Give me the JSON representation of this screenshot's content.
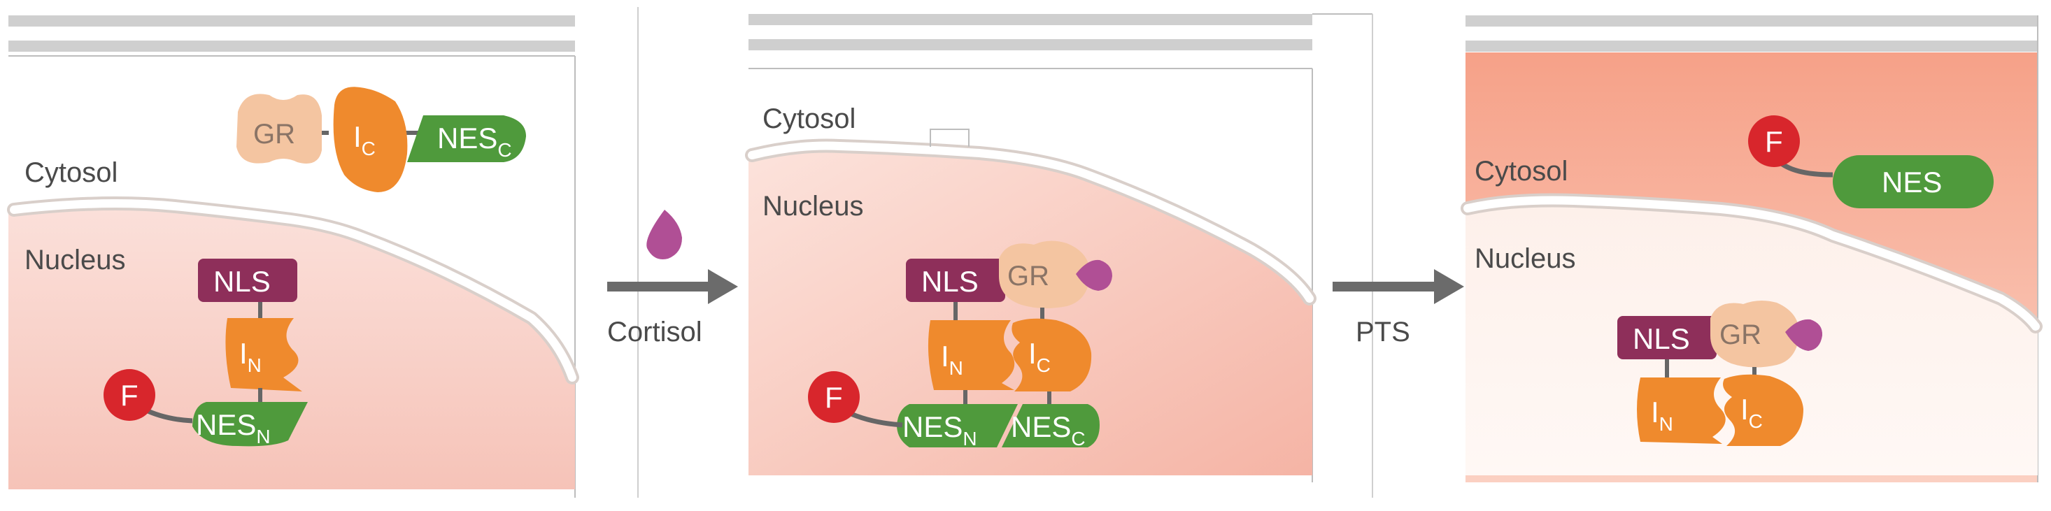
{
  "labels": {
    "cytosol": "Cytosol",
    "nucleus": "Nucleus",
    "cortisol": "Cortisol",
    "pts": "PTS",
    "gr": "GR",
    "nls": "NLS",
    "nes": "NES",
    "f": "F",
    "i": "I",
    "sub_n": "N",
    "sub_c": "C"
  },
  "colors": {
    "nucleus_fill": "#f7c9bf",
    "cytosol_fill_red": "#f6a890",
    "membrane": "#d9cfca",
    "gr": "#f4c5a1",
    "intein": "#ef8a2d",
    "nes": "#4f9a3c",
    "nls": "#8e2f5a",
    "fluorophore": "#d8262c",
    "cortisol": "#b04f95",
    "arrow": "#6b6b6b",
    "frame": "#bdbdbd"
  }
}
